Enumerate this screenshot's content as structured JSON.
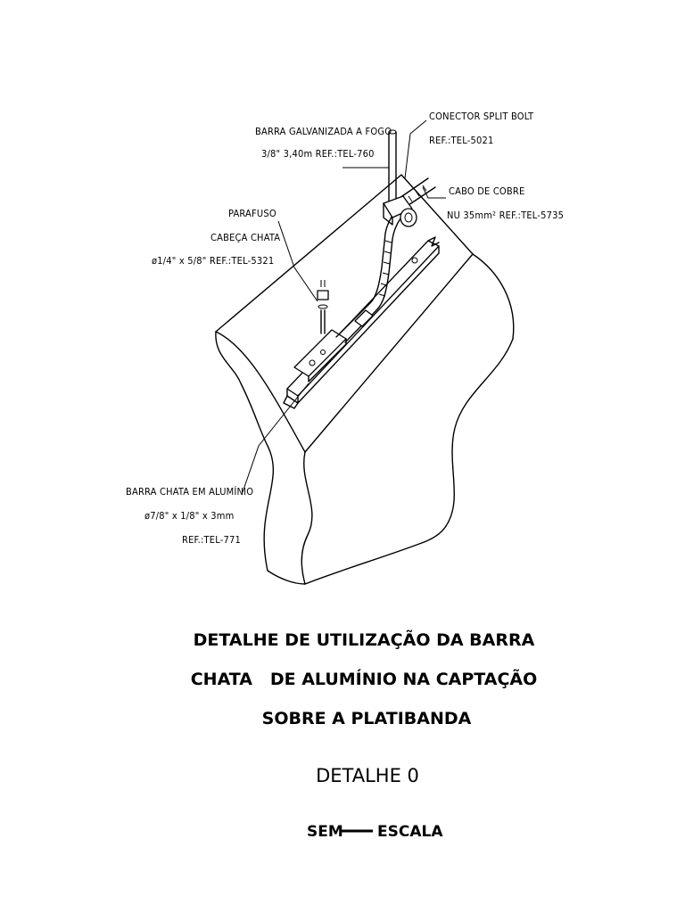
{
  "labels": {
    "barra_galvanizada": {
      "line1": "BARRA GALVANIZADA A FOGO",
      "line2": "3/8\" 3,40m REF.:TEL-760"
    },
    "conector": {
      "line1": "CONECTOR SPLIT BOLT",
      "line2": "REF.:TEL-5021"
    },
    "cabo": {
      "line1": "CABO DE COBRE",
      "line2": "NU 35mm² REF.:TEL-5735"
    },
    "parafuso": {
      "line1": "PARAFUSO",
      "line2": "CABEÇA CHATA",
      "line3": "ø1/4\" x 5/8\" REF.:TEL-5321"
    },
    "barra_chata": {
      "line1": "BARRA CHATA EM ALUMÍNIO",
      "line2": "ø7/8\" x 1/8\" x 3mm",
      "line3": "REF.:TEL-771"
    }
  },
  "title": {
    "line1": "DETALHE DE UTILIZAÇÃO DA BARRA",
    "line2": "CHATA   DE ALUMÍNIO NA CAPTAÇÃO",
    "line3": "SOBRE A PLATIBANDA"
  },
  "detail": "DETALHE 0",
  "scale": {
    "left": "SEM",
    "right": "ESCALA"
  }
}
